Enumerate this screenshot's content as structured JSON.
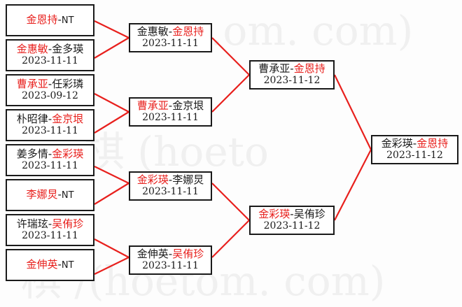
{
  "meta": {
    "title": "Tournament Bracket",
    "accent_red": "#e8201d",
    "box_border": "#1a1a1a",
    "background": "#fdfdfd",
    "watermark_color": "#f0f0f0"
  },
  "watermarks": [
    {
      "text": ".om. com)"
    },
    {
      "text": "棋 (hoeto"
    },
    {
      "text": "棋 /(hoetom. com)"
    }
  ],
  "rounds": [
    {
      "name": "round-1",
      "matches": [
        {
          "left": "金恩持",
          "sep": "-",
          "right": "NT",
          "winner": "left",
          "date": ""
        },
        {
          "left": "金惠敏",
          "sep": "-",
          "right": "金多瑛",
          "winner": "left",
          "date": "2023-11-11"
        },
        {
          "left": "曹承亚",
          "sep": "-",
          "right": "任彩璘",
          "winner": "left",
          "date": "2023-09-12"
        },
        {
          "left": "朴昭律",
          "sep": "-",
          "right": "金京垠",
          "winner": "right",
          "date": "2023-11-11"
        },
        {
          "left": "姜多情",
          "sep": "-",
          "right": "金彩瑛",
          "winner": "right",
          "date": "2023-11-11"
        },
        {
          "left": "李娜炅",
          "sep": "-",
          "right": "NT",
          "winner": "left",
          "date": ""
        },
        {
          "left": "许瑞玹",
          "sep": "-",
          "right": "吴侑珍",
          "winner": "right",
          "date": "2023-11-11"
        },
        {
          "left": "金伸英",
          "sep": "-",
          "right": "NT",
          "winner": "left",
          "date": ""
        }
      ]
    },
    {
      "name": "round-2",
      "matches": [
        {
          "left": "金惠敏",
          "sep": "-",
          "right": "金恩持",
          "winner": "right",
          "date": "2023-11-11"
        },
        {
          "left": "曹承亚",
          "sep": "-",
          "right": "金京垠",
          "winner": "left",
          "date": "2023-11-11"
        },
        {
          "left": "金彩瑛",
          "sep": "-",
          "right": "李娜炅",
          "winner": "left",
          "date": "2023-11-11"
        },
        {
          "left": "金伸英",
          "sep": "-",
          "right": "吴侑珍",
          "winner": "right",
          "date": "2023-11-11"
        }
      ]
    },
    {
      "name": "semifinal",
      "matches": [
        {
          "left": "曹承亚",
          "sep": "-",
          "right": "金恩持",
          "winner": "right",
          "date": "2023-11-12"
        },
        {
          "left": "金彩瑛",
          "sep": "-",
          "right": "吴侑珍",
          "winner": "left",
          "date": "2023-11-12"
        }
      ]
    },
    {
      "name": "final",
      "matches": [
        {
          "left": "金彩瑛",
          "sep": "-",
          "right": "金恩持",
          "winner": "right",
          "date": "2023-11-12"
        }
      ]
    }
  ]
}
